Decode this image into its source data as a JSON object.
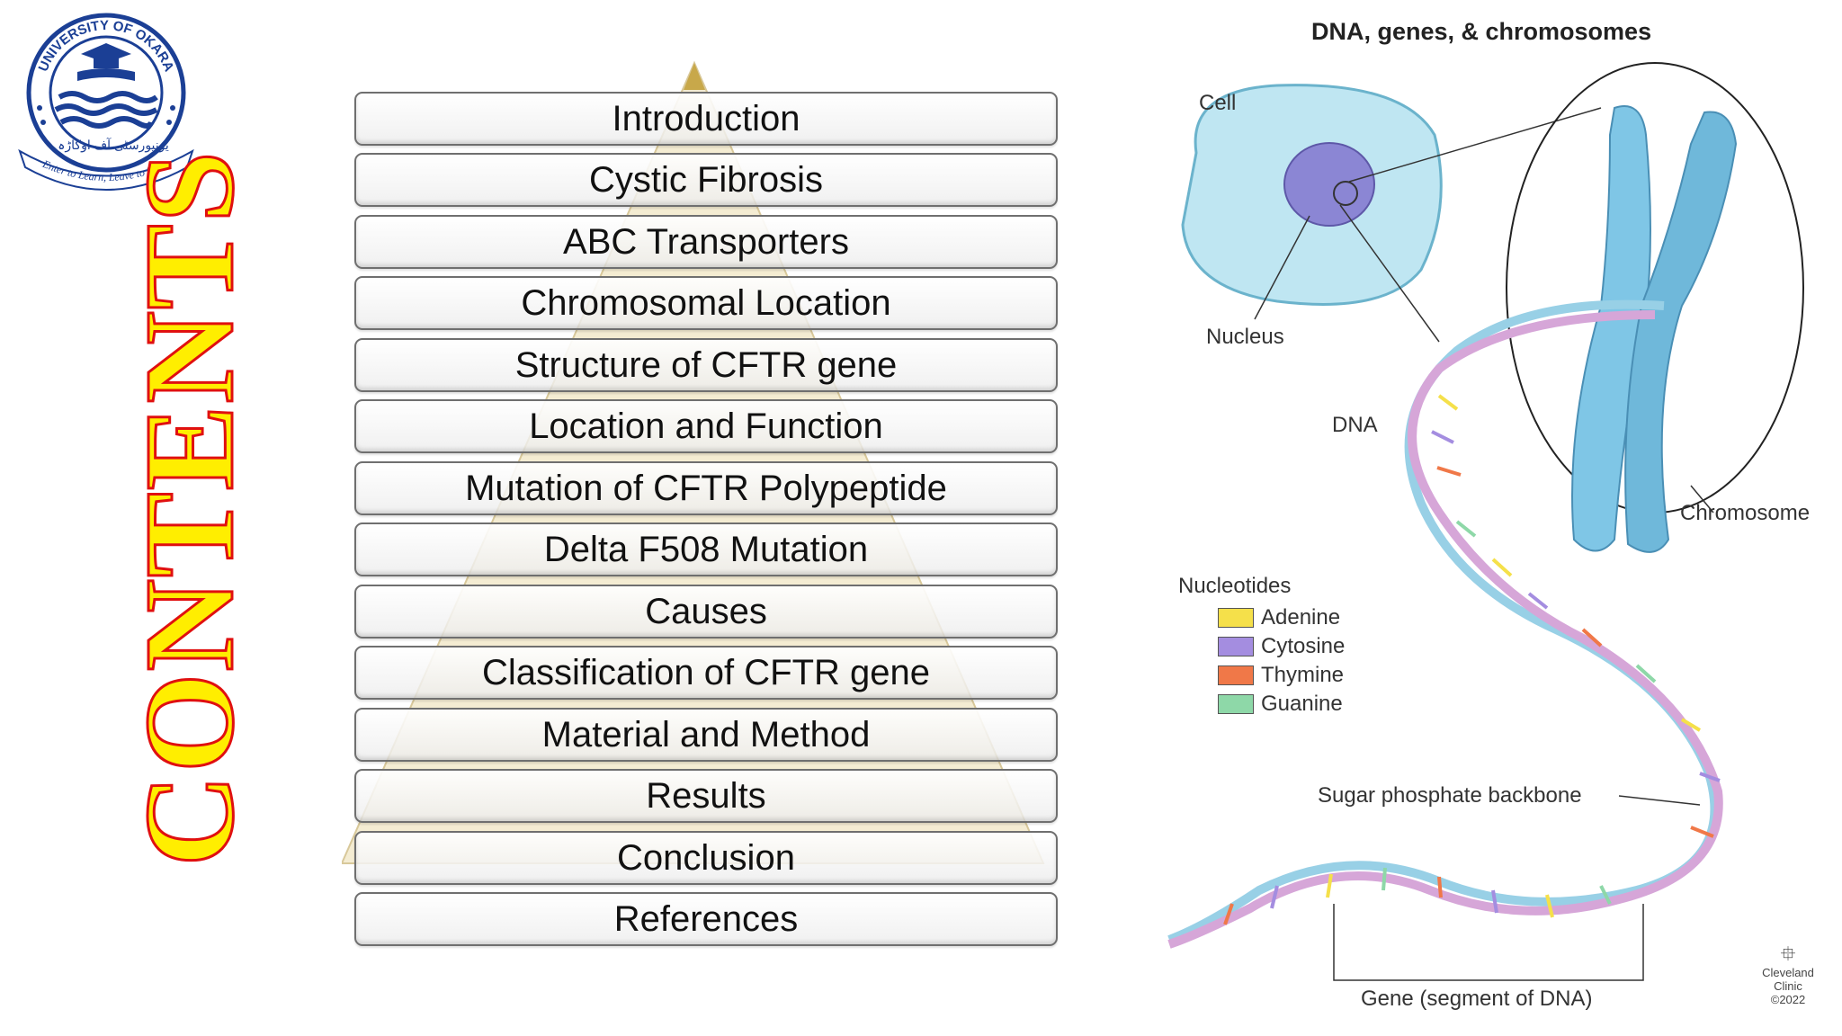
{
  "logo": {
    "top_text": "UNIVERSITY OF OKARA",
    "urdu_text": "یونیورسٹی آف اوکاڑہ",
    "motto": "Enter to Learn, Leave to Serve",
    "colors": {
      "blue": "#1b3f95",
      "gold": "#d4a017"
    }
  },
  "title": "CONTENTS",
  "items": [
    "Introduction",
    "Cystic Fibrosis",
    "ABC Transporters",
    "Chromosomal Location",
    "Structure of CFTR gene",
    "Location and Function",
    "Mutation of CFTR  Polypeptide",
    "Delta F508 Mutation",
    "Causes",
    "Classification of CFTR gene",
    "Material and Method",
    "Results",
    "Conclusion",
    "References"
  ],
  "diagram": {
    "title": "DNA, genes, & chromosomes",
    "labels": {
      "cell": "Cell",
      "nucleus": "Nucleus",
      "dna": "DNA",
      "chromosome": "Chromosome",
      "backbone": "Sugar phosphate backbone",
      "gene": "Gene (segment of DNA)"
    },
    "legend": {
      "title": "Nucleotides",
      "items": [
        {
          "label": "Adenine",
          "color": "#f5e04a"
        },
        {
          "label": "Cytosine",
          "color": "#a48de0"
        },
        {
          "label": "Thymine",
          "color": "#f07848"
        },
        {
          "label": "Guanine",
          "color": "#8ed8a8"
        }
      ]
    },
    "credit": {
      "line1": "Cleveland",
      "line2": "Clinic",
      "line3": "©2022"
    }
  }
}
